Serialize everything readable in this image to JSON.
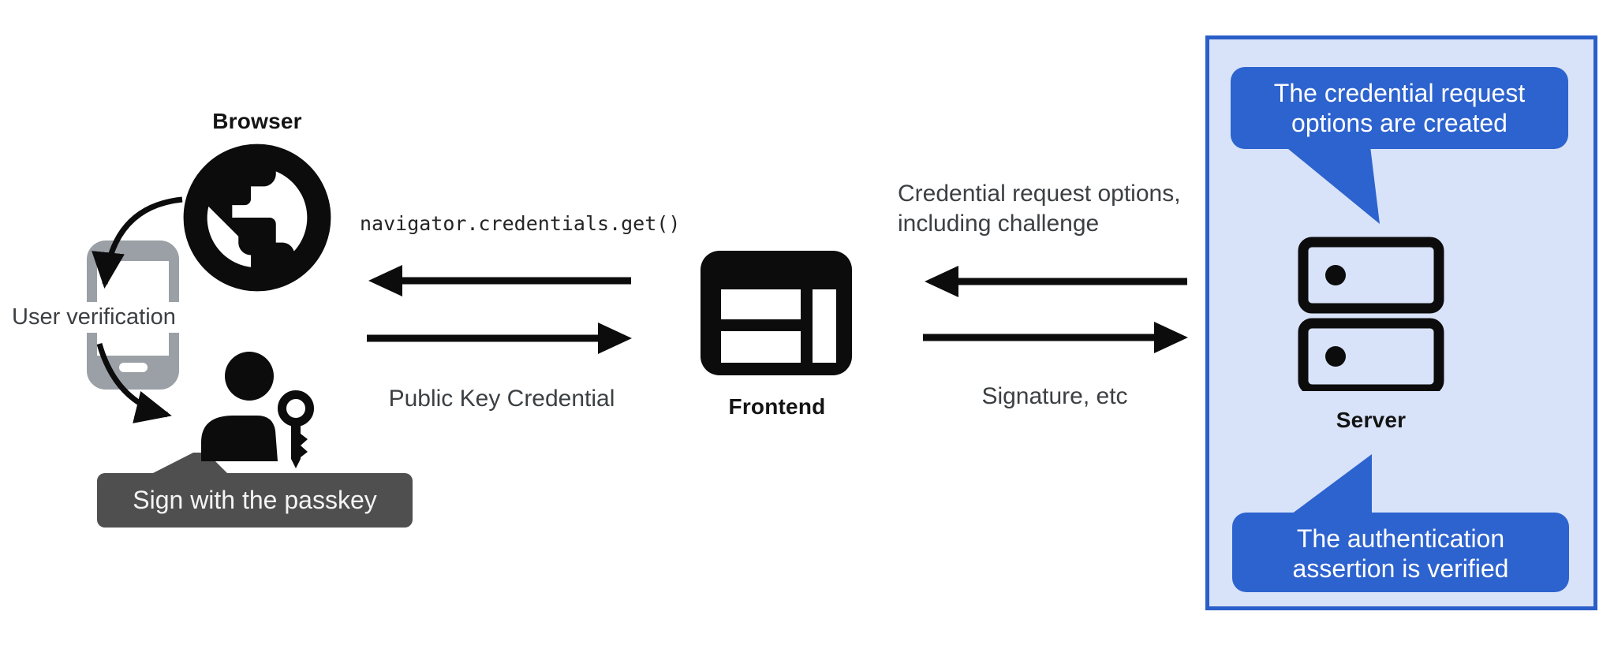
{
  "colors": {
    "accent_blue": "#2d63ce",
    "panel_bg": "#d8e3fa",
    "panel_border": "#2a5ec8",
    "tooltip_gray": "#4f4f4f",
    "phone_gray": "#9aa0a6",
    "text_dark": "#3c4043",
    "icon_black": "#0c0c0c"
  },
  "icons": {
    "globe": "globe-browser-icon",
    "phone": "phone-icon",
    "person_key": "person-with-passkey-icon",
    "frontend_window": "browser-window-icon",
    "server": "server-stack-icon",
    "arrows": "flow-arrow-icons"
  },
  "browser_group": {
    "label": "Browser",
    "user_verification": "User verification",
    "tooltip": "Sign with the passkey"
  },
  "frontend_group": {
    "label": "Frontend",
    "call_code": "navigator.credentials.get()",
    "return_value": "Public Key Credential"
  },
  "server_group": {
    "label": "Server",
    "request_line1": "Credential request options,",
    "request_line2": "including challenge",
    "response": "Signature, etc",
    "bubble_top_line1": "The credential request",
    "bubble_top_line2": "options are created",
    "bubble_bottom_line1": "The authentication",
    "bubble_bottom_line2": "assertion is verified"
  }
}
